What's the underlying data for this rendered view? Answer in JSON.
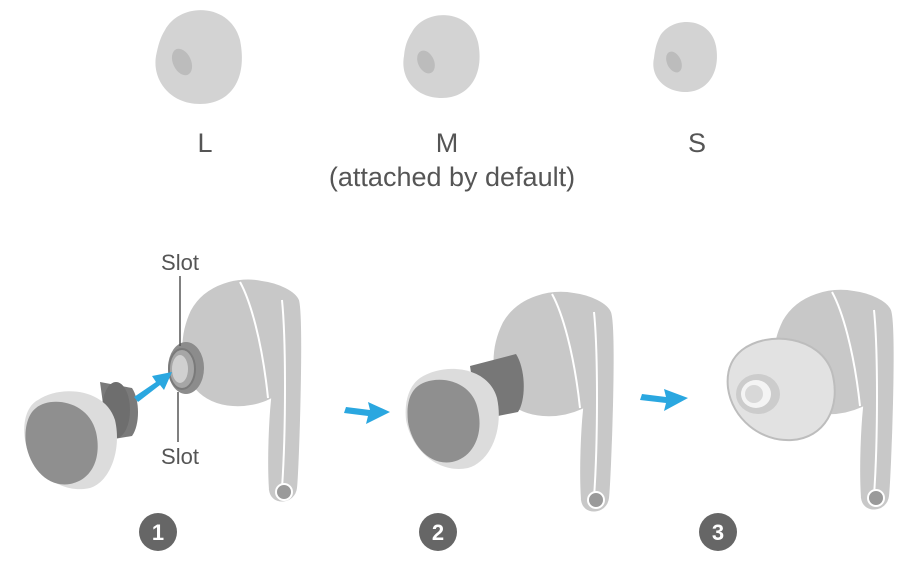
{
  "sizes": [
    {
      "label": "L",
      "note": ""
    },
    {
      "label": "M",
      "note": "(attached by default)"
    },
    {
      "label": "S",
      "note": ""
    }
  ],
  "callouts": {
    "slot_top": "Slot",
    "slot_bottom": "Slot"
  },
  "steps": [
    "1",
    "2",
    "3"
  ],
  "colors": {
    "arrow": "#2aa7e0",
    "bud": "#c8c8c8",
    "tip": "#d3d3d3",
    "step_circle": "#666666",
    "text": "#555555"
  }
}
